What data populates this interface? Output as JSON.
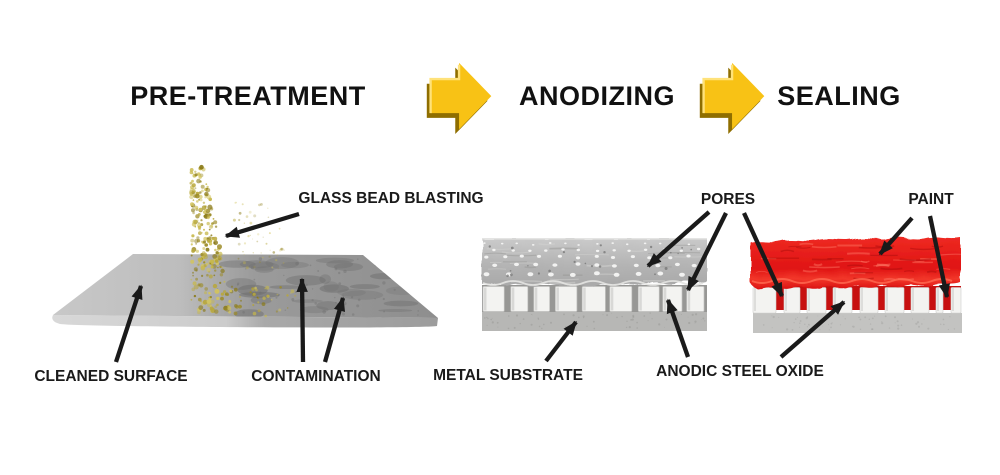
{
  "header": {
    "steps": [
      {
        "id": "pretreatment",
        "label": "PRE-TREATMENT"
      },
      {
        "id": "anodizing",
        "label": "ANODIZING"
      },
      {
        "id": "sealing",
        "label": "SEALING"
      }
    ]
  },
  "annotations": {
    "glass_bead_blasting": "GLASS BEAD BLASTING",
    "cleaned_surface": "CLEANED SURFACE",
    "contamination": "CONTAMINATION",
    "pores": "PORES",
    "paint": "PAINT",
    "metal_substrate": "METAL SUBSTRATE",
    "anodic_steel_oxide": "ANODIC STEEL OXIDE"
  },
  "icons": {
    "process_arrow": "right-block-arrow"
  },
  "colors": {
    "background": "#FFFFFF",
    "title_text": "#111111",
    "annotation_text": "#1A1A1A",
    "arrow_gold": "#F8C215",
    "arrow_gold_dark": "#8F6E00",
    "arrow_gold_light": "#FFE27A",
    "paint_red": "#E41616",
    "paint_red_dark": "#C71010",
    "paint_red_light": "#FF7A66",
    "plate_gray_light": "#C6C6C6",
    "plate_gray_dark": "#8E8E8E",
    "contamination_gray": "#6E6E6E",
    "oxide_white": "#F3F3F1",
    "substrate_gray": "#B7B7B5",
    "bead_gold": "#B0A030"
  }
}
